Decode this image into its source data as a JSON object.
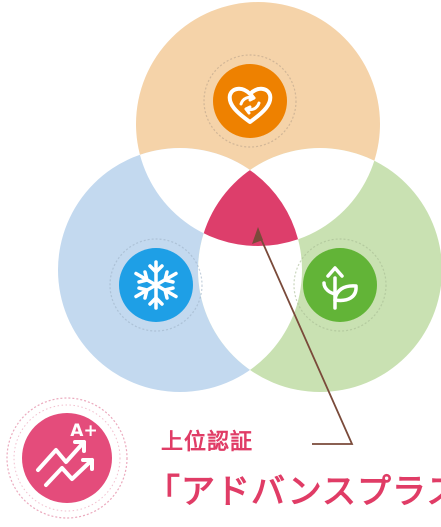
{
  "colors": {
    "circle_top": "#f5d3a9",
    "circle_left": "#c3d9ef",
    "circle_right": "#c9e1b2",
    "overlap_pairs": "#ffffff",
    "center": "#dd3e6b",
    "badge_heart": "#ee8100",
    "badge_snow": "#1e9fe6",
    "badge_leaf": "#62b437",
    "badge_advance": "#e44c7b",
    "text": "#e03c66",
    "connector": "#7a4a3a"
  },
  "icons": {
    "top": "heart-cycle-icon",
    "left": "snowflake-icon",
    "right": "sprout-icon",
    "advance": "a-plus-arrows-icon"
  },
  "badges": {
    "advance_mark": "A+"
  },
  "labels": {
    "certification": "上位認証",
    "program_name": "「アドバンスプラス"
  }
}
